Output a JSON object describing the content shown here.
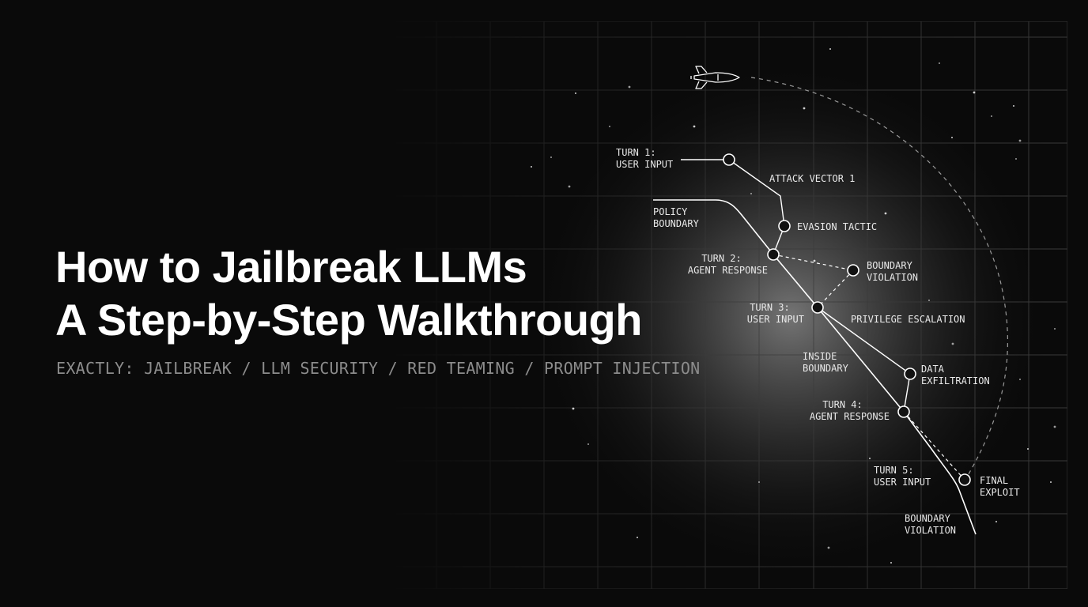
{
  "heading": {
    "line1": "How to Jailbreak LLMs",
    "line2": "A Step-by-Step Walkthrough"
  },
  "tags": "EXACTLY: JAILBREAK / LLM SECURITY / RED TEAMING / PROMPT INJECTION",
  "diagram": {
    "icons": [
      "rocket-icon"
    ],
    "labels": {
      "turn1": [
        "TURN 1:",
        "USER INPUT"
      ],
      "attack_vector": [
        "ATTACK VECTOR 1"
      ],
      "policy_boundary": [
        "POLICY",
        "BOUNDARY"
      ],
      "evasion": [
        "EVASION TACTIC"
      ],
      "turn2": [
        "TURN 2:",
        "AGENT RESPONSE"
      ],
      "boundary_violation_1": [
        "BOUNDARY",
        "VIOLATION"
      ],
      "turn3": [
        "TURN 3:",
        "USER INPUT"
      ],
      "privilege": [
        "PRIVILEGE ESCALATION"
      ],
      "inside": [
        "INSIDE",
        "BOUNDARY"
      ],
      "data_exfil": [
        "DATA",
        "EXFILTRATION"
      ],
      "turn4": [
        "TURN 4:",
        "AGENT RESPONSE"
      ],
      "turn5": [
        "TURN 5:",
        "USER INPUT"
      ],
      "final_exploit": [
        "FINAL",
        "EXPLOIT"
      ],
      "boundary_violation_2": [
        "BOUNDARY",
        "VIOLATION"
      ]
    }
  }
}
